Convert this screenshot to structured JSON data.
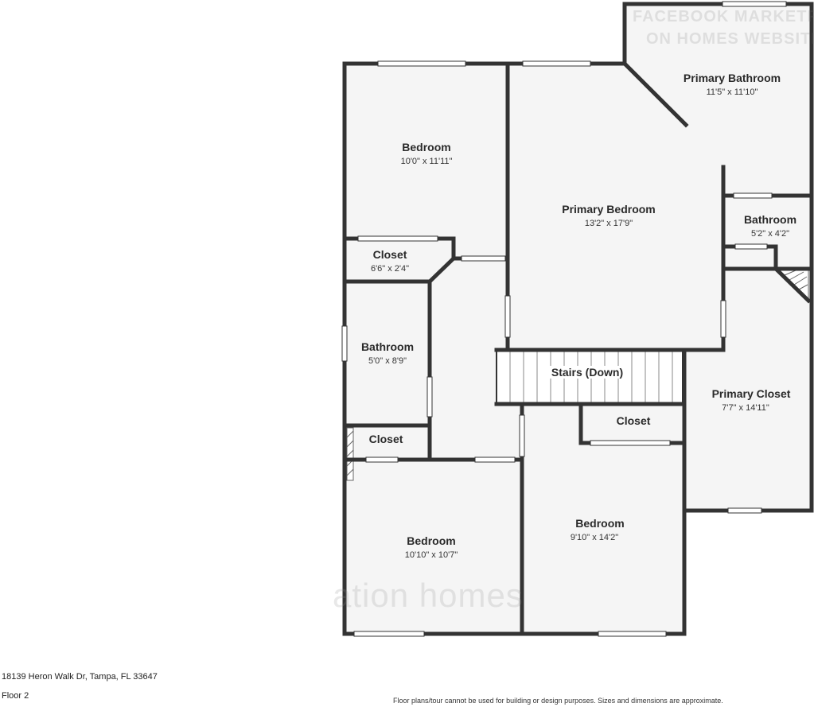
{
  "rooms": [
    {
      "id": "bedroom-nw",
      "name": "Bedroom",
      "dims": "10'0\" x 11'11\""
    },
    {
      "id": "primary-bathroom",
      "name": "Primary Bathroom",
      "dims": "11'5\" x 11'10\""
    },
    {
      "id": "primary-bedroom",
      "name": "Primary Bedroom",
      "dims": "13'2\" x 17'9\""
    },
    {
      "id": "bathroom-east",
      "name": "Bathroom",
      "dims": "5'2\" x 4'2\""
    },
    {
      "id": "closet-nw",
      "name": "Closet",
      "dims": "6'6\" x 2'4\""
    },
    {
      "id": "bathroom-west",
      "name": "Bathroom",
      "dims": "5'0\" x 8'9\""
    },
    {
      "id": "stairs",
      "name": "Stairs (Down)",
      "dims": ""
    },
    {
      "id": "primary-closet",
      "name": "Primary Closet",
      "dims": "7'7\" x 14'11\""
    },
    {
      "id": "closet-center",
      "name": "Closet",
      "dims": ""
    },
    {
      "id": "closet-sw",
      "name": "Closet",
      "dims": ""
    },
    {
      "id": "bedroom-sw",
      "name": "Bedroom",
      "dims": "10'10\" x 10'7\""
    },
    {
      "id": "bedroom-s",
      "name": "Bedroom",
      "dims": "9'10\" x 14'2\""
    }
  ],
  "watermark": {
    "line1": "FACEBOOK MARKETPL",
    "line2": "ON HOMES WEBSITE",
    "brand": "ation homes"
  },
  "footer": {
    "address": "18139 Heron Walk Dr, Tampa, FL 33647",
    "floor": "Floor 2",
    "disclaimer": "Floor plans/tour cannot be used for building or design purposes. Sizes and dimensions are approximate."
  },
  "colors": {
    "wall": "#333333",
    "floor": "#f5f5f5",
    "window": "#ffffff"
  }
}
